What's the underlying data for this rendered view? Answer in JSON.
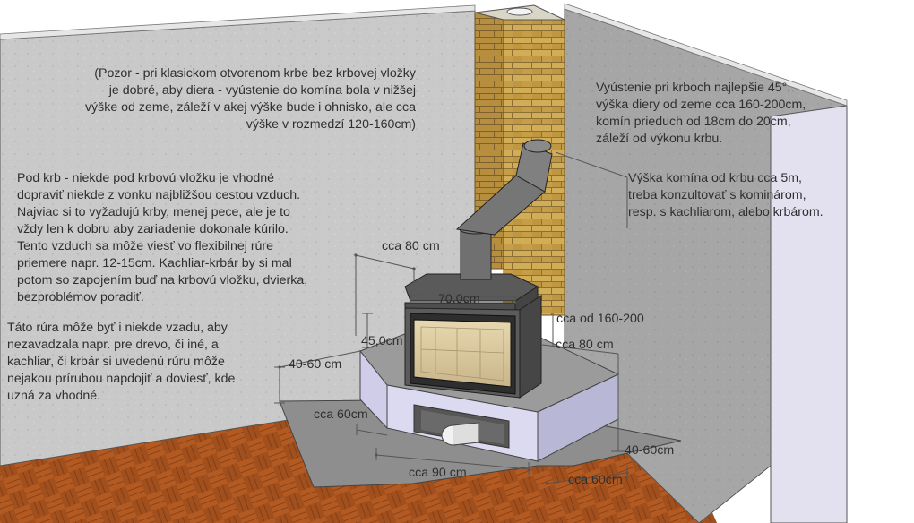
{
  "notes": {
    "pozor": "(Pozor - pri klasickom otvorenom krbe bez krbovej vložky\nje dobré, aby diera - vyústenie do komína bola v nižšej\nvýške od zeme, záleží v akej výške bude i ohnisko, ale cca\nvýške v rozmedzí 120-160cm)",
    "pod_krb": "Pod krb - niekde pod krbovú vložku je vhodné\ndopraviť niekde z vonku najbližšou cestou vzduch.\nNajviac si to vyžadujú krby, menej pece, ale je to\nvždy len k dobru aby zariadenie dokonale kúrilo.\nTento vzduch sa môže viesť vo flexibilnej rúre\npriemere napr. 12-15cm. Kachliar-krbár by si mal\npotom so zapojením buď na krbovú vložku, dvierka,\nbezproblémov poradiť.",
    "rura": "Táto rúra môže byť i niekde vzadu, aby\nnezavadzala napr. pre drevo, či iné, a\nkachliar, či krbár si uvedenú rúru môže\nnejakou prírubou napdojiť a doviesť, kde\nuzná za vhodné.",
    "vyustenie": "Vyústenie pri krboch najlepšie 45°,\nvýška diery od zeme cca 160-200cm,\nkomín prieduch od 18cm do 20cm,\nzáleží od výkonu krbu.",
    "vyska_komina": "Výška komína od krbu cca 5m,\ntreba konzultovať s kominárom,\nresp. s kachliarom, alebo krbárom."
  },
  "dimensions": {
    "top_depth": "cca 80 cm",
    "stove_width": "70,0cm",
    "stove_height": "45,0cm",
    "pipe_height": "cca od 160-200",
    "right_depth": "cca 80 cm",
    "base_height_left": "40-60 cm",
    "base_height_right": "40-60cm",
    "front_left": "cca 60cm",
    "front_width": "cca 90 cm",
    "front_right": "cca 60cm"
  }
}
